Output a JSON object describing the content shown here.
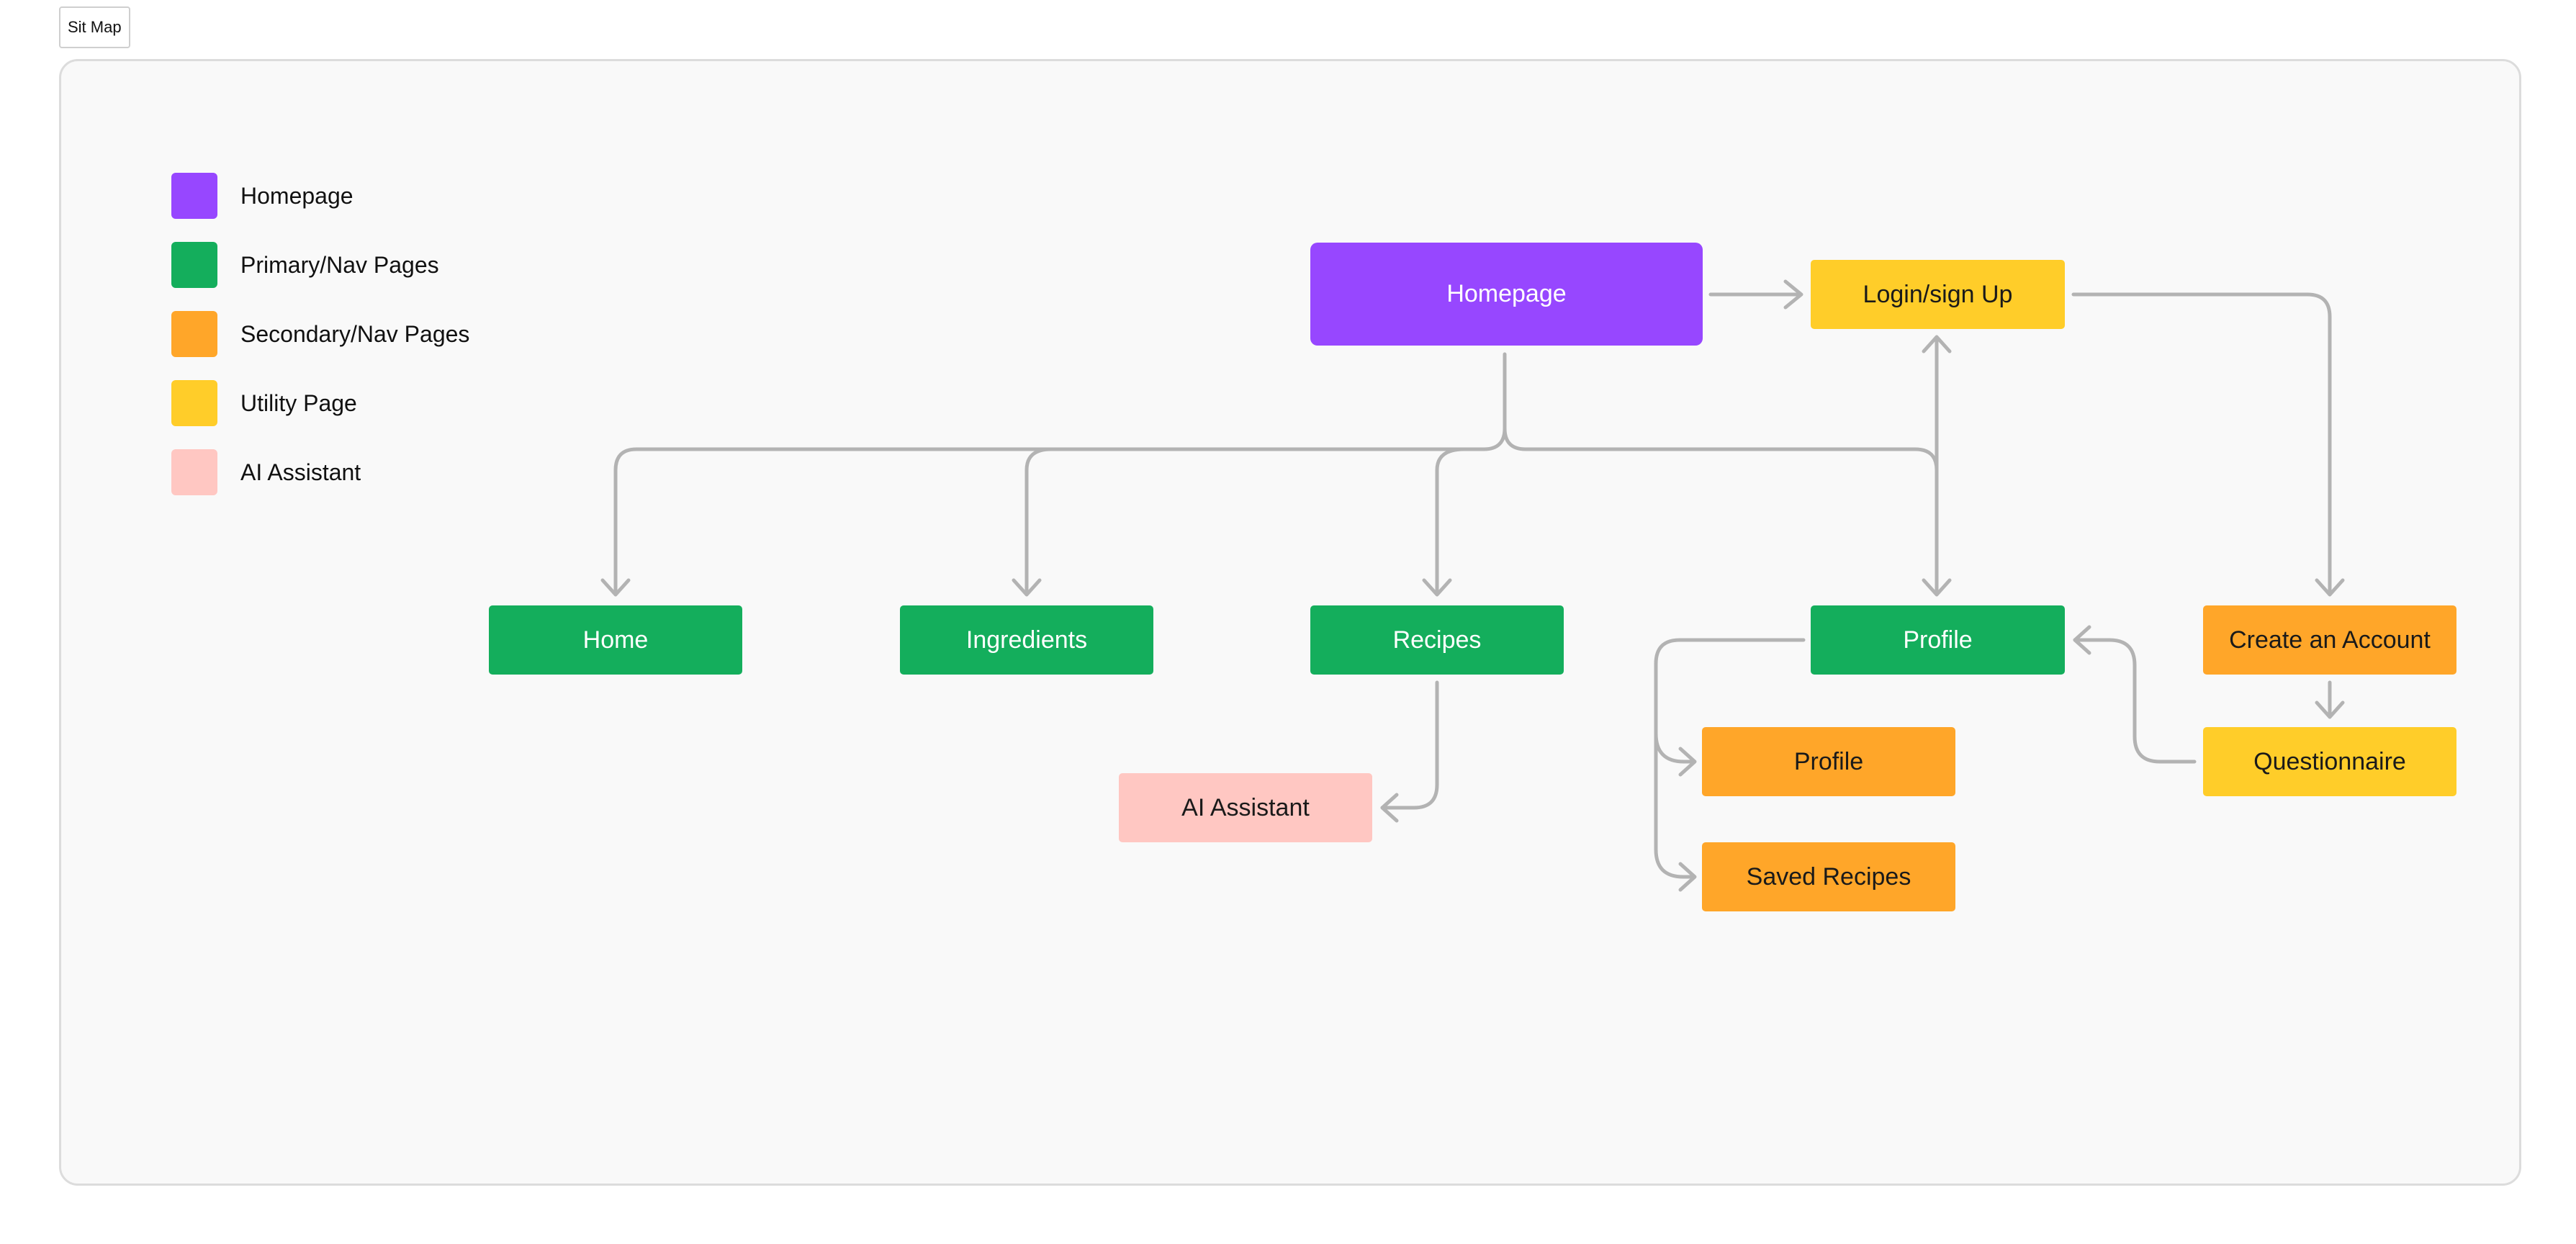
{
  "frame": {
    "label": "Sit Map"
  },
  "colors": {
    "homepage": "#9747FF",
    "primary": "#14AE5C",
    "secondary": "#FFA629",
    "utility": "#FFCD29",
    "ai": "#FFC7C2",
    "connector": "#b3b3b3",
    "board_bg": "#f9f9f9"
  },
  "legend": [
    {
      "label": "Homepage",
      "color": "#9747FF"
    },
    {
      "label": "Primary/Nav Pages",
      "color": "#14AE5C"
    },
    {
      "label": "Secondary/Nav Pages",
      "color": "#FFA629"
    },
    {
      "label": "Utility Page",
      "color": "#FFCD29"
    },
    {
      "label": "AI Assistant",
      "color": "#FFC7C2"
    }
  ],
  "nodes": {
    "homepage": {
      "label": "Homepage",
      "category": "homepage"
    },
    "login": {
      "label": "Login/sign Up",
      "category": "utility"
    },
    "home": {
      "label": "Home",
      "category": "primary"
    },
    "ingredients": {
      "label": "Ingredients",
      "category": "primary"
    },
    "recipes": {
      "label": "Recipes",
      "category": "primary"
    },
    "profile": {
      "label": "Profile",
      "category": "primary"
    },
    "create_account": {
      "label": "Create an Account",
      "category": "secondary"
    },
    "questionnaire": {
      "label": "Questionnaire",
      "category": "utility"
    },
    "ai_assistant": {
      "label": "AI Assistant",
      "category": "ai"
    },
    "profile_sub": {
      "label": "Profile",
      "category": "secondary"
    },
    "saved_recipes": {
      "label": "Saved Recipes",
      "category": "secondary"
    }
  },
  "edges": [
    {
      "from": "Homepage",
      "to": "Login/sign Up"
    },
    {
      "from": "Homepage",
      "to": "Home"
    },
    {
      "from": "Homepage",
      "to": "Ingredients"
    },
    {
      "from": "Homepage",
      "to": "Recipes"
    },
    {
      "from": "Homepage",
      "to": "Profile"
    },
    {
      "from": "Profile",
      "to": "Login/sign Up"
    },
    {
      "from": "Login/sign Up",
      "to": "Create an Account"
    },
    {
      "from": "Create an Account",
      "to": "Questionnaire"
    },
    {
      "from": "Questionnaire",
      "to": "Profile"
    },
    {
      "from": "Recipes",
      "to": "AI Assistant"
    },
    {
      "from": "Profile",
      "to": "Profile"
    },
    {
      "from": "Profile",
      "to": "Saved Recipes"
    }
  ]
}
